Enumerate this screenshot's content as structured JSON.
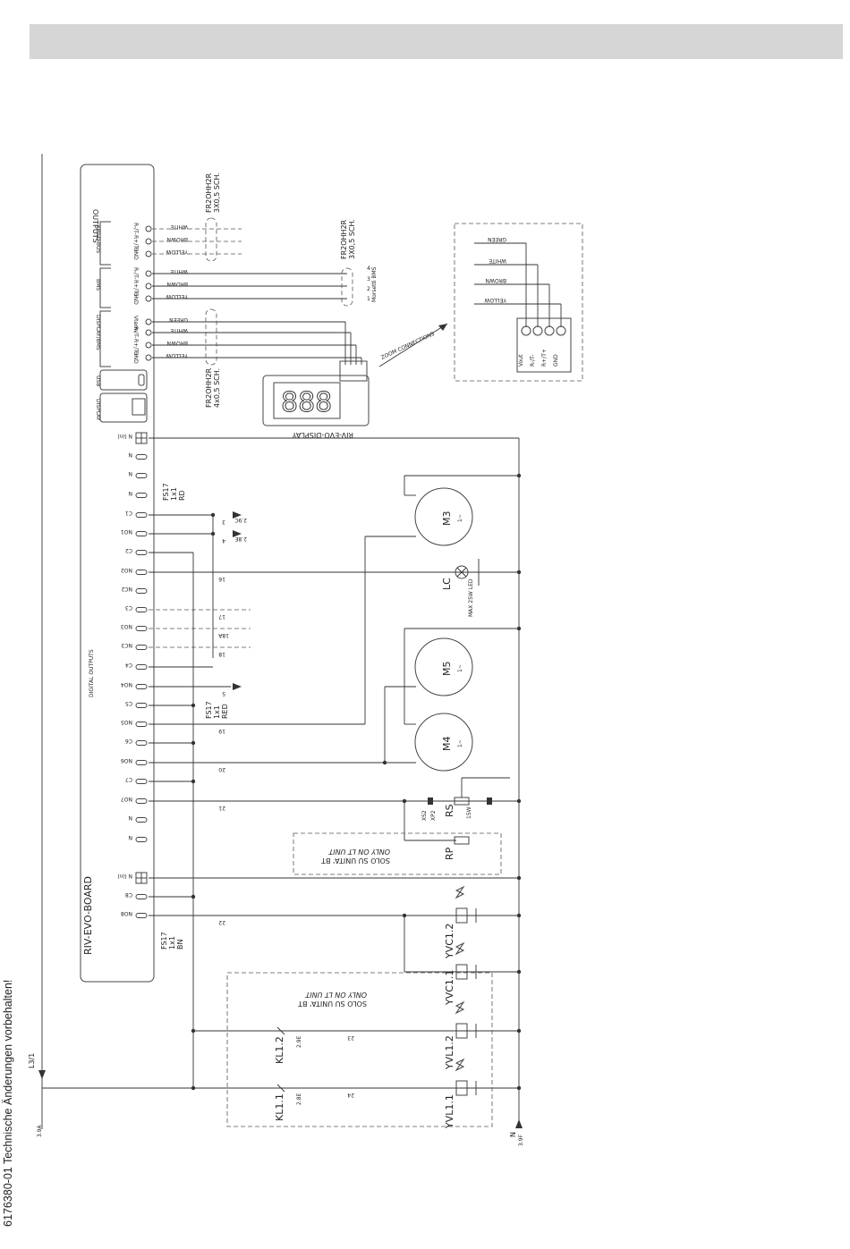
{
  "side_note": "6176380-01 Technische Änderungen vorbehalten!",
  "board": {
    "title": "RIV-EVO-BOARD",
    "sections": {
      "outputs": "OUTPUTS",
      "field_bus": "FIELD BUS",
      "bms": "BMS",
      "display_bms": "DISPLAY/BMS",
      "usb": "USB",
      "display": "DISPLAY",
      "digital_outputs": "DIGITAL OUTPUTS"
    },
    "field_bus_terminals": [
      "R-/T-",
      "R+/T+",
      "GND"
    ],
    "bms_terminals": [
      "R-/T-",
      "R+/T+",
      "GND"
    ],
    "display_terminals": [
      "Vterm",
      "R-/T-",
      "R+/T+",
      "GND"
    ],
    "digital_terminals": [
      "N (in)",
      "N",
      "N",
      "N",
      "C1",
      "NO1",
      "C2",
      "NO2",
      "NC2",
      "C3",
      "NO3",
      "NC3",
      "C4",
      "NO4",
      "C5",
      "NO5",
      "C6",
      "NO6",
      "C7",
      "NO7",
      "N",
      "N",
      "N (in)",
      "C8",
      "NO8"
    ]
  },
  "colors": {
    "field_bus": [
      "WHITE",
      "BROWN",
      "YELLOW"
    ],
    "bms": [
      "WHITE",
      "BROWN",
      "YELLOW"
    ],
    "display": [
      "GREEN",
      "WHITE",
      "BROWN",
      "YELLOW"
    ],
    "zoom": [
      "GREEN",
      "WHITE",
      "BROWN",
      "YELLOW"
    ]
  },
  "cables": {
    "c1": "FR2OHH2R",
    "c1_spec": "3X0,5 SCH.",
    "c2": "FR2OHH2R",
    "c2_spec": "3X0,5 SCH.",
    "c3": "FR2OHH2R",
    "c3_spec": "4x0,5 SCH."
  },
  "bms_connector": {
    "label": "Morsetti BMS",
    "pins": [
      "1",
      "2",
      "3",
      "4"
    ]
  },
  "display_unit": {
    "title": "RIV-EVO-DISPLAY",
    "digits": "888"
  },
  "zoom": {
    "label": "ZOOM CONNECTIONS",
    "terminals": [
      "Vout",
      "R-/T-",
      "R+/T+",
      "GND"
    ]
  },
  "wires": {
    "w3": "3",
    "w4": "4",
    "w16": "16",
    "w17": "17",
    "w18a": "18A",
    "w18": "18",
    "w5": "5",
    "w19": "19",
    "w20": "20",
    "w21": "21",
    "w22": "22",
    "w23": "23",
    "w24": "24"
  },
  "refs": {
    "r2c": "2.9C",
    "r2b": "2.8E",
    "kl12_ref": "2.9E",
    "kl11_ref": "2.8E",
    "l_ref": "3.9A",
    "n_ref": "3.9F"
  },
  "fuses": {
    "f1": "FS17",
    "f1_spec": "1x1",
    "f1_col": "RD",
    "f2": "FS17",
    "f2_spec": "1x1",
    "f2_col": "RED",
    "f3": "FS17",
    "f3_spec": "1x1",
    "f3_col": "BN"
  },
  "components": {
    "m3": "M3",
    "m3_sub": "1~",
    "lc": "LC",
    "lc_sub": "MAX 25W LED",
    "m5": "M5",
    "m5_sub": "1~",
    "m4": "M4",
    "m4_sub": "1~",
    "rs": "RS",
    "rs_power": "15W",
    "rp": "RP",
    "yvc12": "YVC1.2",
    "yvc11": "YVC1.1",
    "yvl12": "YVL1.2",
    "yvl11": "YVL1.1",
    "kl12": "KL1.2",
    "kl11": "KL1.1",
    "l_label": "L3/1",
    "n_label": "N",
    "xs2": "XS2",
    "xp2": "XP2"
  },
  "notes": {
    "lt1_it": "SOLO SU UNITA' BT",
    "lt1_en": "ONLY ON LT UNIT",
    "lt2_it": "SOLO SU UNITA' BT",
    "lt2_en": "ONLY ON LT UNIT"
  }
}
